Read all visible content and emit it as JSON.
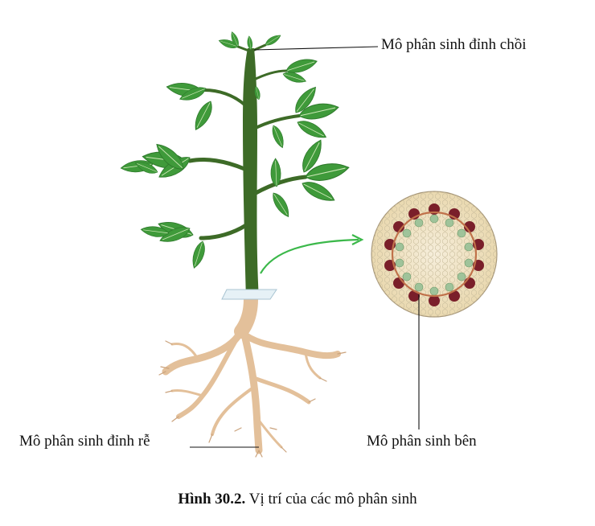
{
  "labels": {
    "shoot_apical": "Mô phân sinh đỉnh chồi",
    "root_apical": "Mô phân sinh đỉnh rễ",
    "lateral": "Mô phân sinh bên"
  },
  "caption": {
    "number": "Hình 30.2.",
    "text": "Vị trí của các mô phân sinh"
  },
  "colors": {
    "leaf": "#3f9a3a",
    "leaf_dark": "#2f7a2c",
    "stem": "#3d6b27",
    "root": "#e3c09a",
    "section_fill": "#f2e6c8",
    "cambium_ring": "#c0714a",
    "phloem": "#7a1f2a",
    "xylem": "#9fc39a",
    "arrow": "#3bb84a"
  }
}
